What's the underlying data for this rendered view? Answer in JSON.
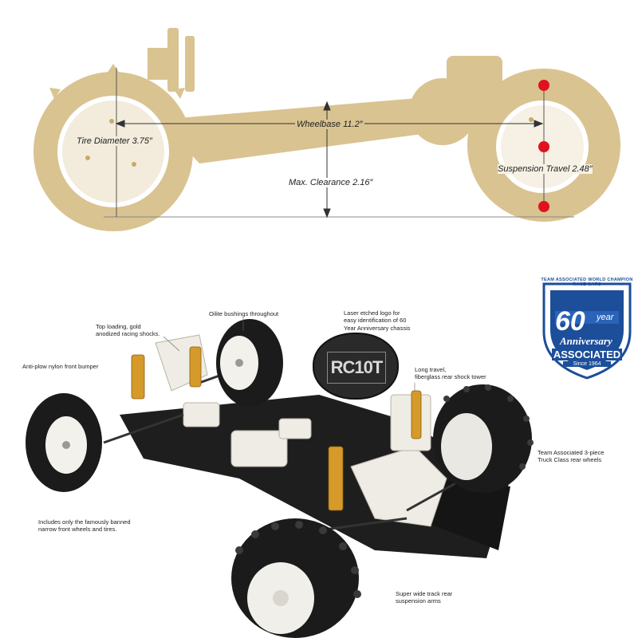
{
  "dimensions": {
    "wheelbase": "Wheelbase 11.2″",
    "tire_diameter": "Tire Diameter 3.75″",
    "max_clearance": "Max. Clearance 2.16″",
    "suspension_travel": "Suspension Travel 2.48″"
  },
  "callouts": {
    "oilite": "Oilite bushings throughout",
    "shocks": [
      "Top loading, gold",
      "anodized racing shocks."
    ],
    "laser_logo": [
      "Laser etched logo for",
      "easy identification of 60",
      "Year Anniversary chassis"
    ],
    "bumper": "Anti-plow nylon front bumper",
    "shock_tower": [
      "Long travel,",
      "fiberglass rear shock tower"
    ],
    "rear_wheels": [
      "Team Associated 3-piece",
      "Truck Class rear wheels"
    ],
    "front_wheels": [
      "Includes only the famously banned",
      "narrow front wheels and tires."
    ],
    "rear_arms": [
      "Super wide track rear",
      "suspension arms"
    ]
  },
  "chassis_logo": "RC10T",
  "badge": {
    "ring_text": "TEAM ASSOCIATED WORLD CHAMPION RACE CARS",
    "number": "60",
    "year_word": "year",
    "anniversary": "Anniversary",
    "brand": "ASSOCIATED",
    "since": "Since 1964"
  },
  "colors": {
    "diagram_tan": "#d9c391",
    "marker_red": "#e0121f",
    "badge_blue": "#1c4e9a",
    "chassis_black": "#1e1e1e",
    "gold": "#d59a2a"
  }
}
